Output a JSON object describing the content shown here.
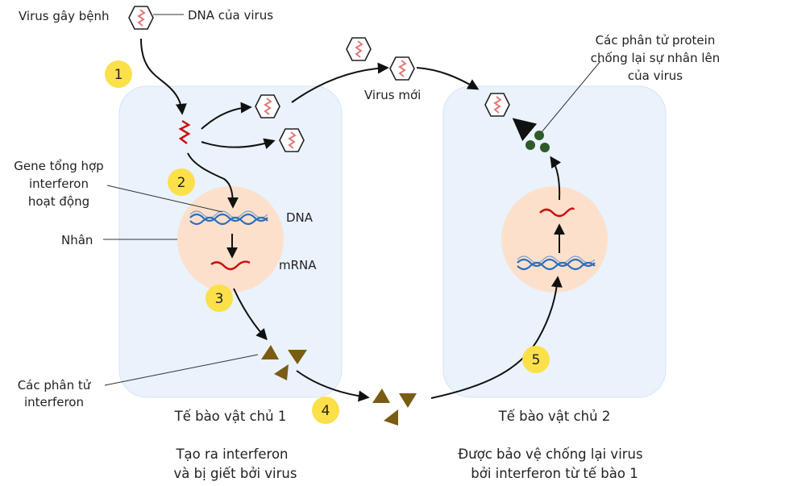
{
  "labels": {
    "pathogenic_virus": "Virus gây bệnh",
    "viral_dna": "DNA của virus",
    "new_viruses": "Virus mới",
    "antiviral_proteins": [
      "Các phân tử protein",
      "chống lại sự nhân lên",
      "của virus"
    ],
    "interferon_gene": [
      "Gene tổng hợp",
      "interferon",
      "hoạt động"
    ],
    "nucleus": "Nhân",
    "dna": "DNA",
    "mrna": "mRNA",
    "interferon_molecules": [
      "Các phân tử",
      "interferon"
    ]
  },
  "cells": {
    "cell1": {
      "title": "Tế bào vật chủ 1",
      "caption": [
        "Tạo ra interferon",
        "và bị giết bởi virus"
      ]
    },
    "cell2": {
      "title": "Tế bào vật chủ 2",
      "caption": [
        "Được bảo vệ chống lại virus",
        "bởi interferon từ tế bào 1"
      ]
    }
  },
  "steps": [
    "1",
    "2",
    "3",
    "4",
    "5"
  ],
  "colors": {
    "cell_fill": "#eaf2fc",
    "nucleus_fill": "#fde0cc",
    "step_badge": "#fbe04a",
    "rna_red": "#cc1111",
    "dna_blue": "#2a6fc0",
    "interferon_brown": "#7a5c12",
    "protein_green": "#2e5a2a"
  }
}
